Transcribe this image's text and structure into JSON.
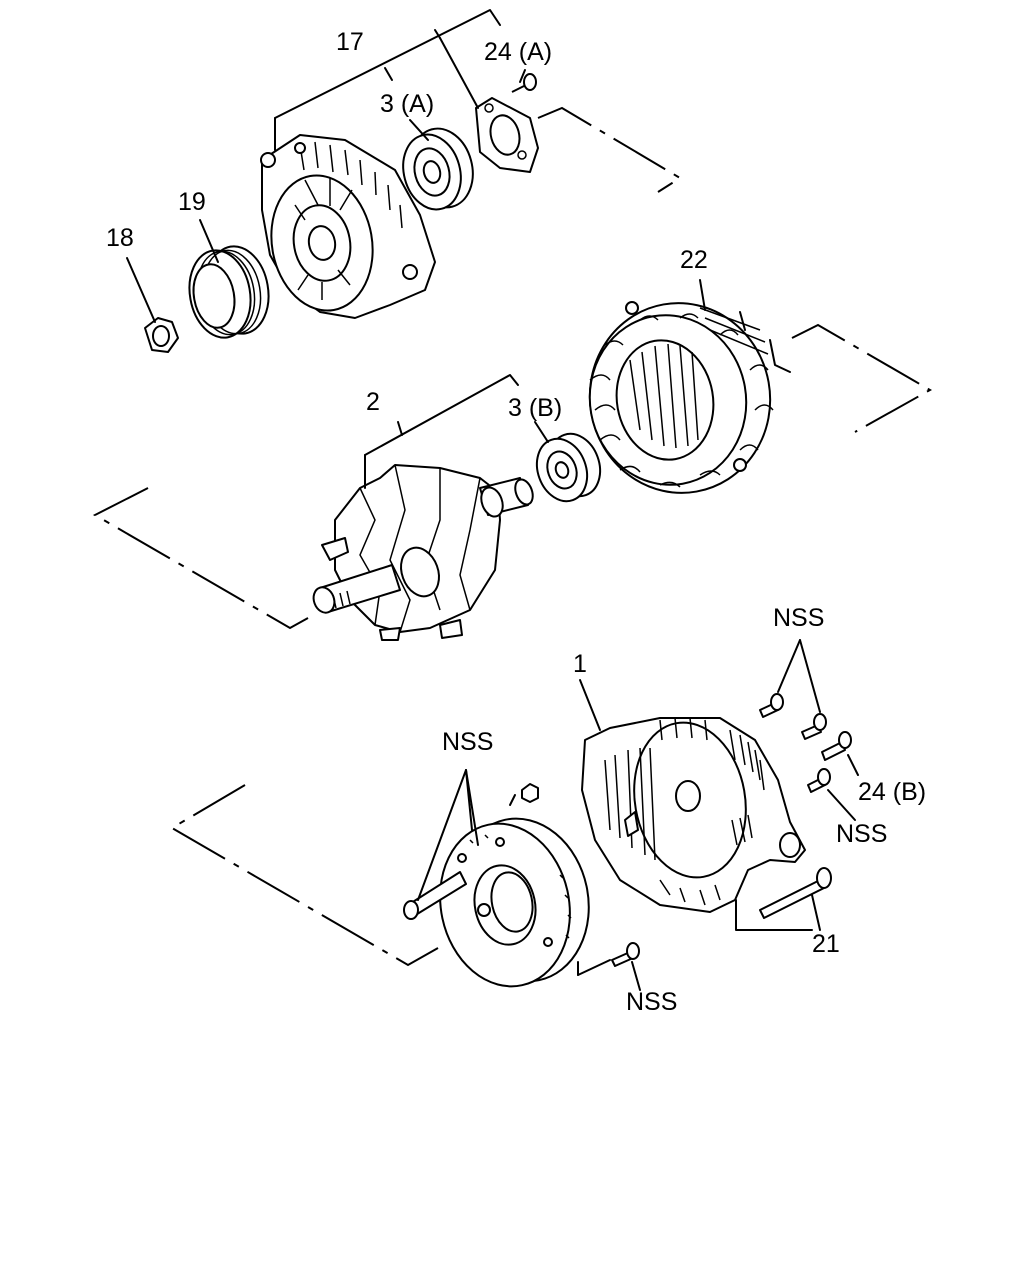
{
  "labels": {
    "end_frame_assy": "17",
    "screw_a": "24 (A)",
    "bearing_a": "3 (A)",
    "pulley": "19",
    "nut": "18",
    "stator": "22",
    "rotor": "2",
    "bearing_b": "3 (B)",
    "rear_frame": "1",
    "nss_top": "NSS",
    "screw_b": "24 (B)",
    "nss_right": "NSS",
    "nss_left": "NSS",
    "through_bolt": "21",
    "nss_bottom": "NSS"
  }
}
